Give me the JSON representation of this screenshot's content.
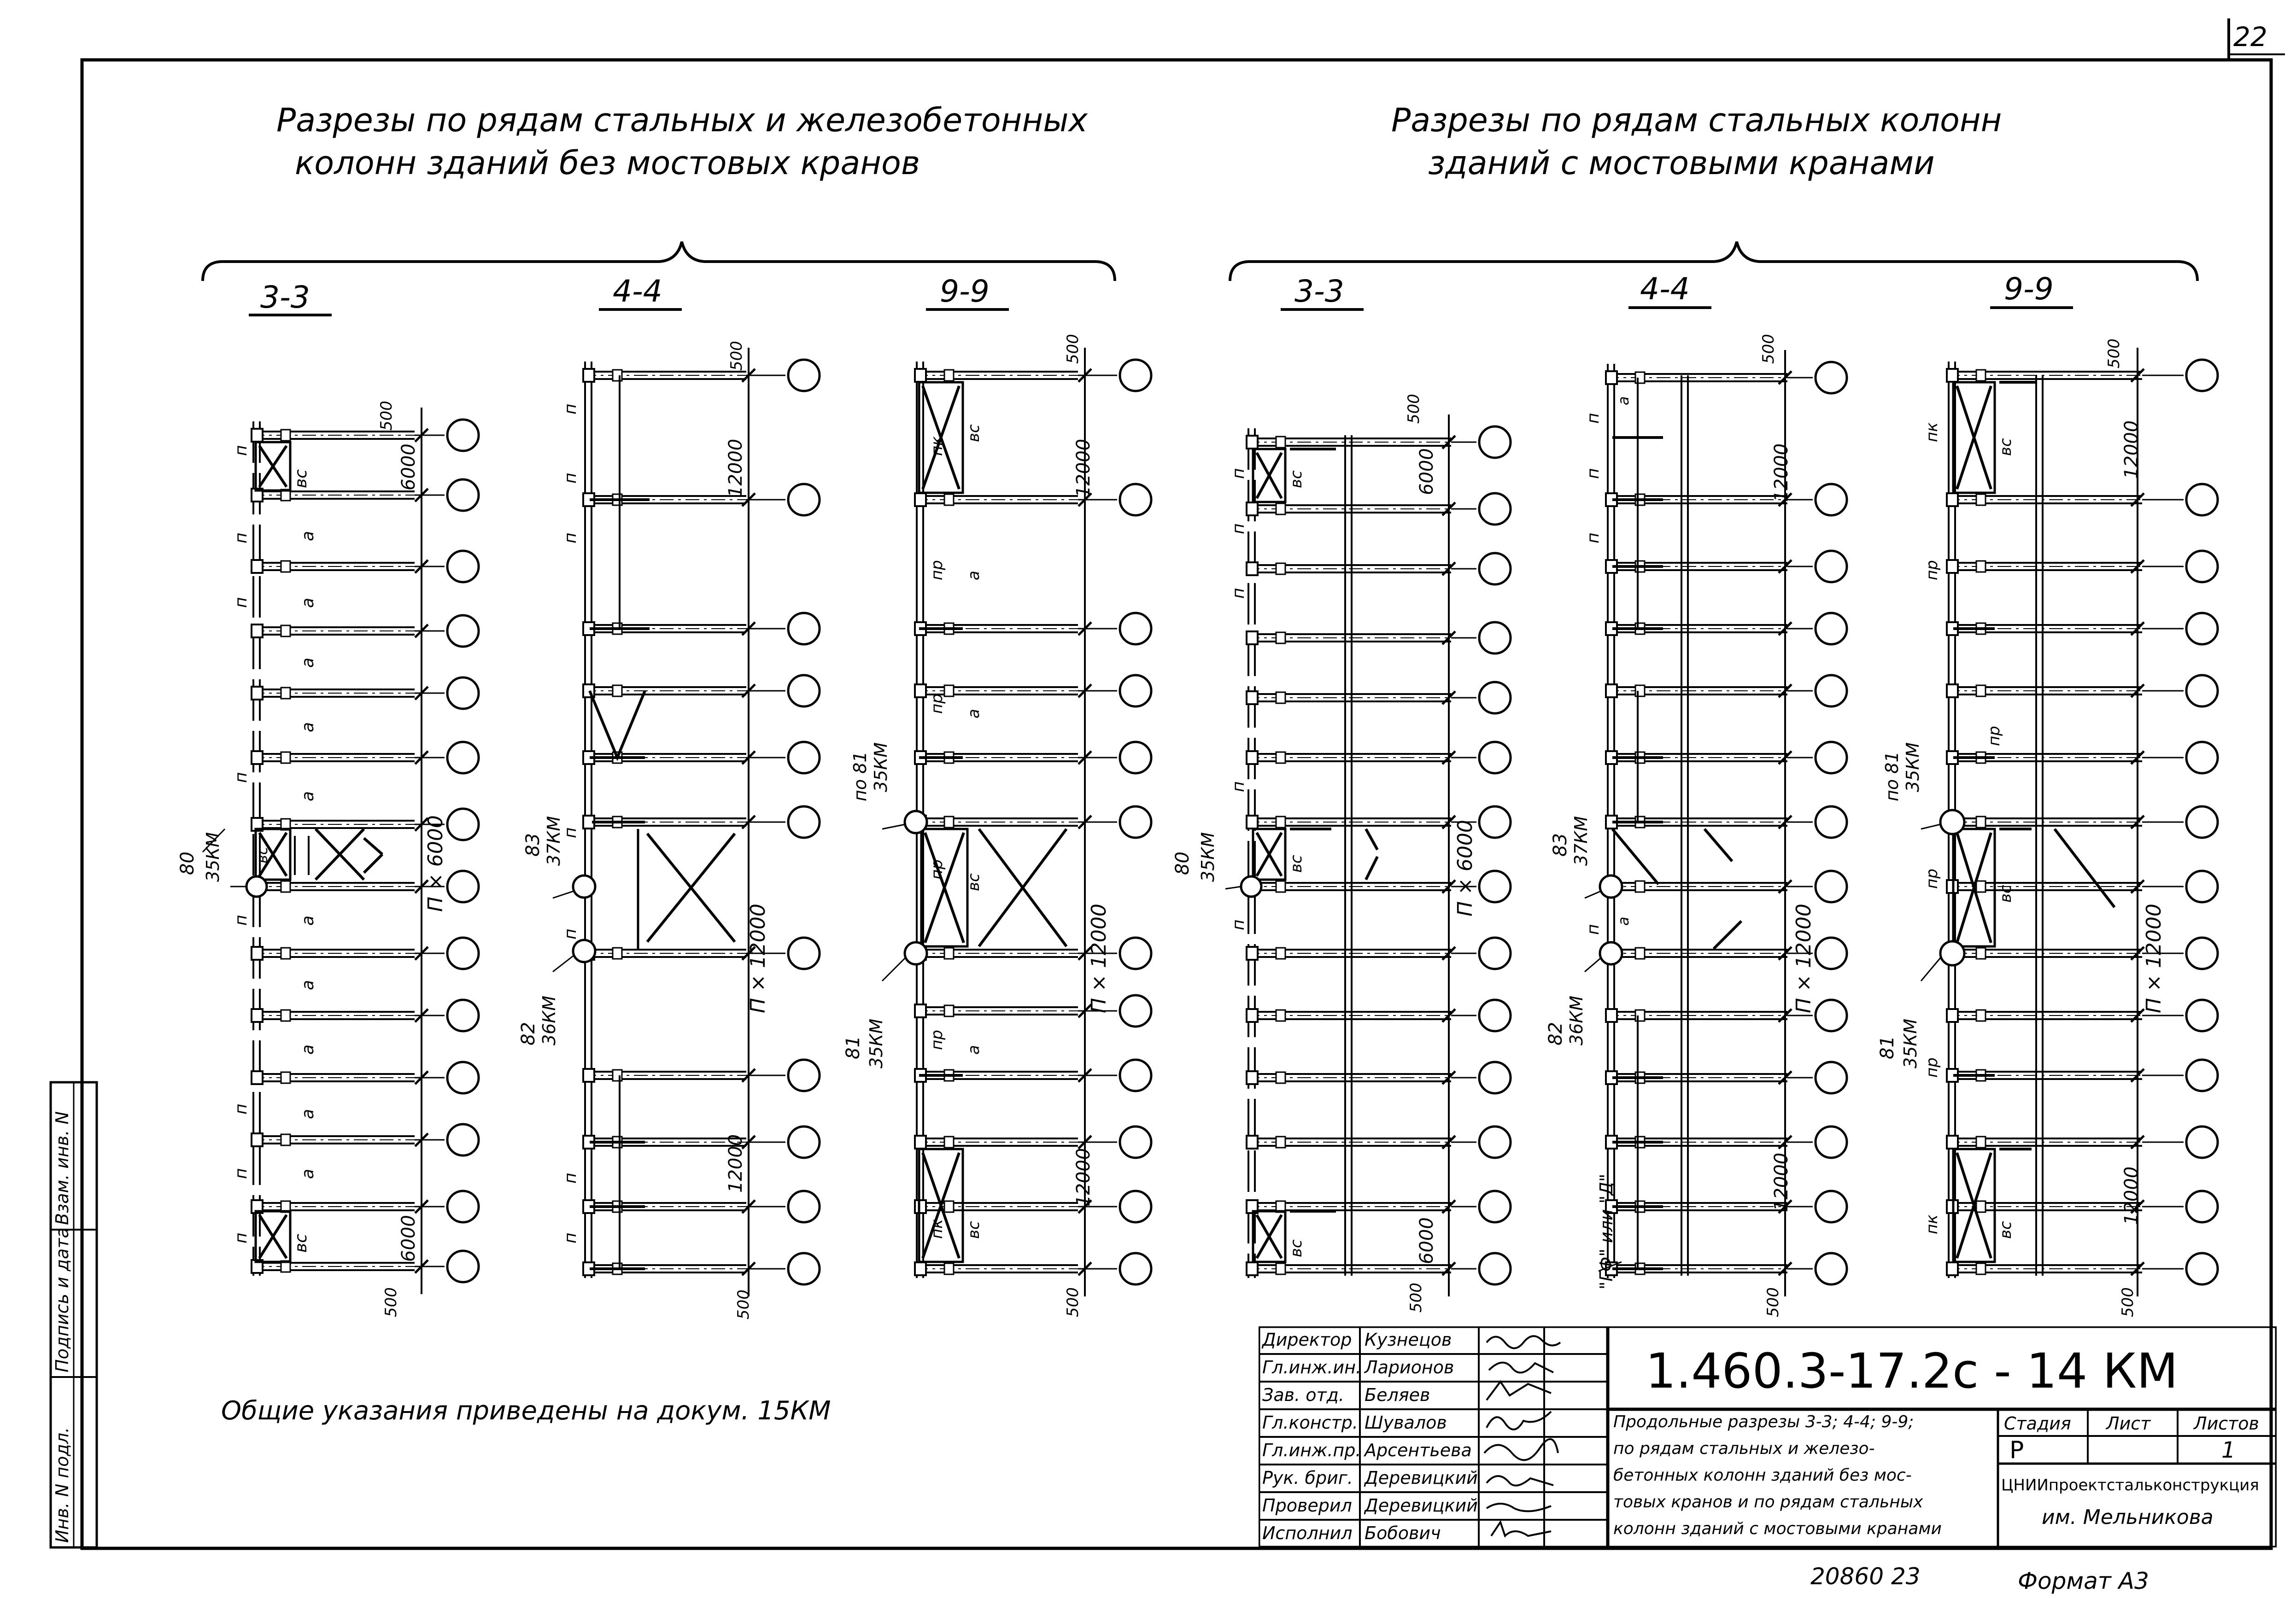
{
  "sheet_number": "22",
  "left_group": {
    "title_line1": "Разрезы по рядам стальных и железобетонных",
    "title_line2": "колонн зданий без мостовых кранов",
    "sections": [
      "3-3",
      "4-4",
      "9-9"
    ]
  },
  "right_group": {
    "title_line1": "Разрезы по рядам стальных колонн",
    "title_line2": "зданий с мостовыми кранами",
    "sections": [
      "3-3",
      "4-4",
      "9-9"
    ]
  },
  "labels": {
    "n": "п",
    "a": "а",
    "vs": "вс",
    "pk": "пк",
    "pr": "пр",
    "dim_500": "500",
    "dim_6000": "6000",
    "dim_12000": "12000",
    "dim_n6000": "П × 6000",
    "dim_n12000": "П × 12000",
    "node_80": "80",
    "node_81": "81",
    "node_82": "82",
    "node_83": "83",
    "node_po81": "по 81",
    "node_35km": "35КМ",
    "node_36km": "36КМ",
    "node_37km": "37КМ",
    "gf": "\"ГФ\" или \"Д\""
  },
  "general_note": "Общие указания приведены на докум. 15КМ",
  "side_stamp": [
    "Инв. N подл.",
    "Подпись и дата",
    "Взам. инв. N"
  ],
  "title_block": {
    "doc_code": "1.460.3-17.2с - 14 КМ",
    "roles": [
      {
        "role": "Директор",
        "name": "Кузнецов"
      },
      {
        "role": "Гл.инж.ин.",
        "name": "Ларионов"
      },
      {
        "role": "Зав. отд.",
        "name": "Беляев"
      },
      {
        "role": "Гл.констр.",
        "name": "Шувалов"
      },
      {
        "role": "Гл.инж.пр.",
        "name": "Арсентьева"
      },
      {
        "role": "Рук. бриг.",
        "name": "Деревицкий"
      },
      {
        "role": "Проверил",
        "name": "Деревицкий"
      },
      {
        "role": "Исполнил",
        "name": "Бобович"
      }
    ],
    "description": [
      "Продольные разрезы 3-3; 4-4; 9-9;",
      "по рядам стальных и железо-",
      "бетонных колонн зданий без мос-",
      "товых кранов и по рядам стальных",
      "колонн зданий с мостовыми кранами"
    ],
    "stage_label": "Стадия",
    "sheet_label": "Лист",
    "sheets_label": "Листов",
    "stage_value": "Р",
    "sheet_value": "",
    "sheets_value": "1",
    "organization_line1": "ЦНИИпроектстальконструкция",
    "organization_line2": "им. Мельникова"
  },
  "footer_number": "20860 23",
  "format": "Формат А3"
}
